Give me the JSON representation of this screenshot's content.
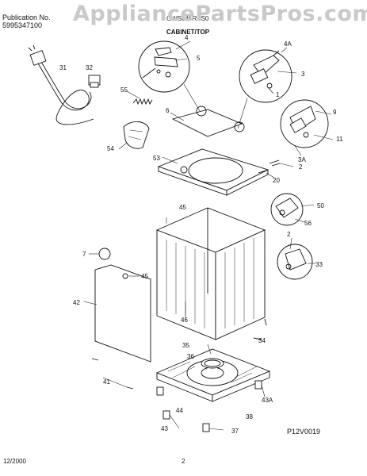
{
  "header": {
    "publication_label": "Publication No.",
    "publication_number": "5995347100",
    "model_text": "GWS645RBS0",
    "section_title": "CABINET/TOP",
    "watermark": "AppliancePartsPros.com"
  },
  "labels": {
    "p4": "4",
    "p4a": "4A",
    "p5": "5",
    "p3": "3",
    "p1": "1",
    "p31": "31",
    "p32": "32",
    "p55": "55",
    "p6": "6",
    "p54": "54",
    "p53": "53",
    "p2a": "2",
    "p20": "20",
    "p9": "9",
    "p11": "11",
    "p3a": "3A",
    "p50": "50",
    "p56": "56",
    "p45a": "45",
    "p2b": "2",
    "p33": "33",
    "p7": "7",
    "p45b": "45",
    "p42": "42",
    "p46": "46",
    "p34": "34",
    "p35": "35",
    "p36": "36",
    "p41": "41",
    "p43a": "43A",
    "p44": "44",
    "p38": "38",
    "p43": "43",
    "p37": "37"
  },
  "footer": {
    "date": "12/2000",
    "page": "2",
    "diagram_code": "P12V0019"
  }
}
